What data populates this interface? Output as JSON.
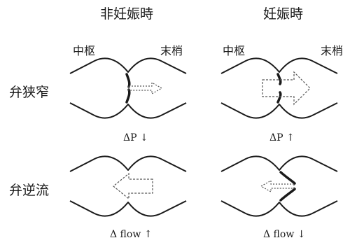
{
  "columns": {
    "nonpregnant": {
      "title": "非妊娠時"
    },
    "pregnant": {
      "title": "妊娠時"
    }
  },
  "axis_labels": {
    "central": "中枢",
    "peripheral": "末梢"
  },
  "rows": {
    "stenosis": {
      "label": "弁狭窄"
    },
    "regurgitation": {
      "label": "弁逆流"
    }
  },
  "panels": {
    "stenosis_nonpregnant": {
      "caption": "ΔP ↓",
      "arrow_direction": "right",
      "arrow_size": "small"
    },
    "stenosis_pregnant": {
      "caption": "ΔP ↑",
      "arrow_direction": "right",
      "arrow_size": "large"
    },
    "regurgitation_nonpregnant": {
      "caption": "Δ flow ↑",
      "arrow_direction": "left",
      "arrow_size": "large"
    },
    "regurgitation_pregnant": {
      "caption": "Δ flow ↓",
      "arrow_direction": "left",
      "arrow_size": "small"
    }
  }
}
